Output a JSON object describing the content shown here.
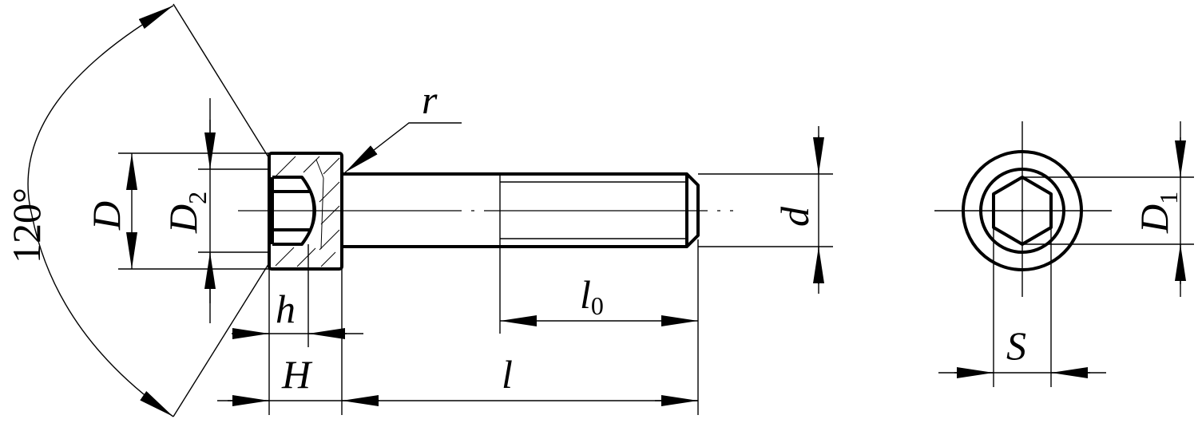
{
  "labels": {
    "angle": "120°",
    "D": "D",
    "D2_main": "D",
    "D2_sub": "2",
    "h": "h",
    "H": "H",
    "r": "r",
    "l": "l",
    "l0_main": "l",
    "l0_sub": "0",
    "d": "d",
    "D1_main": "D",
    "D1_sub": "1",
    "S": "S"
  },
  "colors": {
    "line": "#000000",
    "background": "#ffffff"
  }
}
